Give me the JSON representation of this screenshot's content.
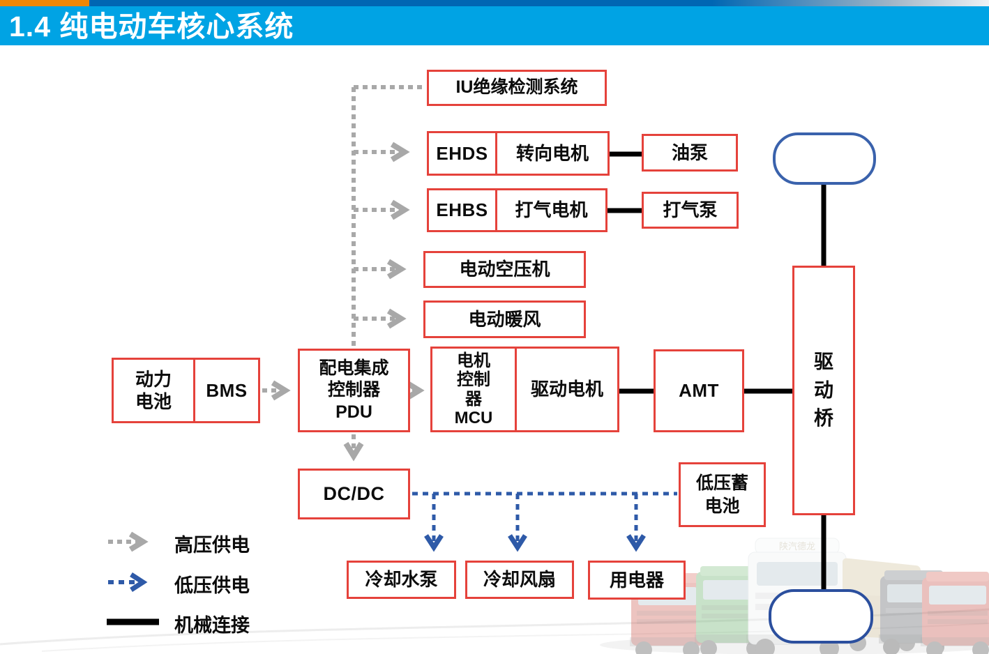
{
  "header": {
    "title": "1.4 纯电动车核心系统"
  },
  "nodes": {
    "iu": "IU绝缘检测系统",
    "ehds": "EHDS",
    "steering_motor": "转向电机",
    "oil_pump": "油泵",
    "ehbs": "EHBS",
    "air_motor": "打气电机",
    "air_pump": "打气泵",
    "air_compressor": "电动空压机",
    "heater": "电动暖风",
    "power_battery": "动力\n电池",
    "bms": "BMS",
    "pdu": "配电集成\n控制器\nPDU",
    "mcu": "电机\n控制\n器\nMCU",
    "drive_motor": "驱动电机",
    "amt": "AMT",
    "drive_axle": "驱\n动\n桥",
    "dcdc": "DC/DC",
    "lv_battery": "低压蓄\n电池",
    "cooling_pump": "冷却水泵",
    "cooling_fan": "冷却风扇",
    "consumers": "用电器"
  },
  "legend": {
    "high_voltage": "高压供电",
    "low_voltage": "低压供电",
    "mechanical": "机械连接"
  },
  "watermark": {
    "brand": "陕汽德龙"
  },
  "colors": {
    "header_bg": "#00A3E4",
    "header_strip_orange": "#F08705",
    "header_strip_blue": "#0066B3",
    "box_border_red": "#E5423B",
    "hv_line_gray": "#A8A8A8",
    "lv_line_blue": "#2E5AA8",
    "mech_line_black": "#000000",
    "wheel_border_blue": "#3A62AC"
  },
  "edges": [
    {
      "from": "pdu",
      "to": "iu",
      "type": "high_voltage"
    },
    {
      "from": "pdu",
      "to": "ehds",
      "type": "high_voltage"
    },
    {
      "from": "pdu",
      "to": "ehbs",
      "type": "high_voltage"
    },
    {
      "from": "pdu",
      "to": "air_compressor",
      "type": "high_voltage"
    },
    {
      "from": "pdu",
      "to": "heater",
      "type": "high_voltage"
    },
    {
      "from": "bms",
      "to": "pdu",
      "type": "high_voltage"
    },
    {
      "from": "pdu",
      "to": "mcu",
      "type": "high_voltage"
    },
    {
      "from": "pdu",
      "to": "dcdc",
      "type": "high_voltage"
    },
    {
      "from": "steering_motor",
      "to": "oil_pump",
      "type": "mechanical"
    },
    {
      "from": "air_motor",
      "to": "air_pump",
      "type": "mechanical"
    },
    {
      "from": "drive_motor",
      "to": "amt",
      "type": "mechanical"
    },
    {
      "from": "amt",
      "to": "drive_axle",
      "type": "mechanical"
    },
    {
      "from": "drive_axle",
      "to": "wheel_top",
      "type": "mechanical"
    },
    {
      "from": "drive_axle",
      "to": "wheel_bottom",
      "type": "mechanical"
    },
    {
      "from": "dcdc",
      "to": "lv_battery",
      "type": "low_voltage"
    },
    {
      "from": "dcdc",
      "to": "cooling_pump",
      "type": "low_voltage"
    },
    {
      "from": "dcdc",
      "to": "cooling_fan",
      "type": "low_voltage"
    },
    {
      "from": "dcdc",
      "to": "consumers",
      "type": "low_voltage"
    }
  ]
}
